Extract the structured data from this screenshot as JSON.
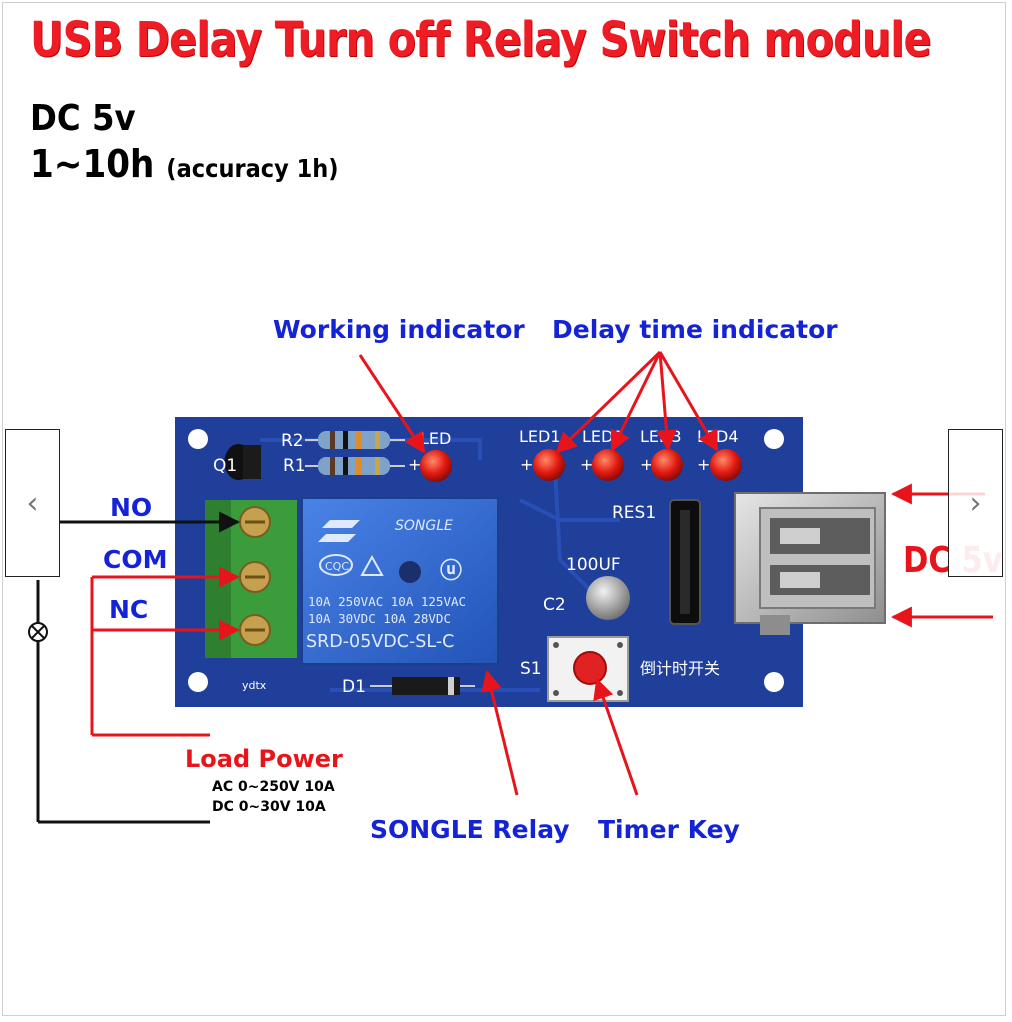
{
  "title": "USB Delay Turn off Relay Switch module",
  "specs": {
    "voltage": "DC 5v",
    "range": "1~10h",
    "accuracy": "(accuracy 1h)"
  },
  "callouts": {
    "working_indicator": "Working indicator",
    "delay_time_indicator": "Delay time indicator",
    "no": "NO",
    "com": "COM",
    "nc": "NC",
    "load_power": "Load Power",
    "load_ac": "AC 0~250V  10A",
    "load_dc": "DC 0~30V    10A",
    "songle_relay": "SONGLE Relay",
    "timer_key": "Timer Key",
    "dc_input_a": "DC",
    "dc_input_b": " 5v"
  },
  "board": {
    "labels": {
      "r2": "R2",
      "r1": "R1",
      "q1": "Q1",
      "led": "LED",
      "led1": "LED1",
      "led2": "LED2",
      "led3": "LED3",
      "led4": "LED4",
      "res1": "RES1",
      "cap_value": "100UF",
      "c2": "C2",
      "s1": "S1",
      "d1": "D1",
      "chinese": "倒计时开关",
      "ydtx": "ydtx"
    },
    "relay": {
      "brand": "SONGLE",
      "rating1": "10A 250VAC   10A 125VAC",
      "rating2": "10A  30VDC   10A  28VDC",
      "model": "SRD-05VDC-SL-C",
      "cert": "CQC"
    }
  },
  "carousel": {
    "prev_icon": "chevron-left-icon",
    "next_icon": "chevron-right-icon",
    "prev": "‹",
    "next": "›"
  },
  "colors": {
    "title_red": "#ee1c25",
    "label_blue": "#1523d6",
    "arrow_red": "#e8141c",
    "pcb_blue": "#1f3f9a",
    "terminal_green": "#3b9c3c",
    "relay_blue": "#2e63c9"
  }
}
